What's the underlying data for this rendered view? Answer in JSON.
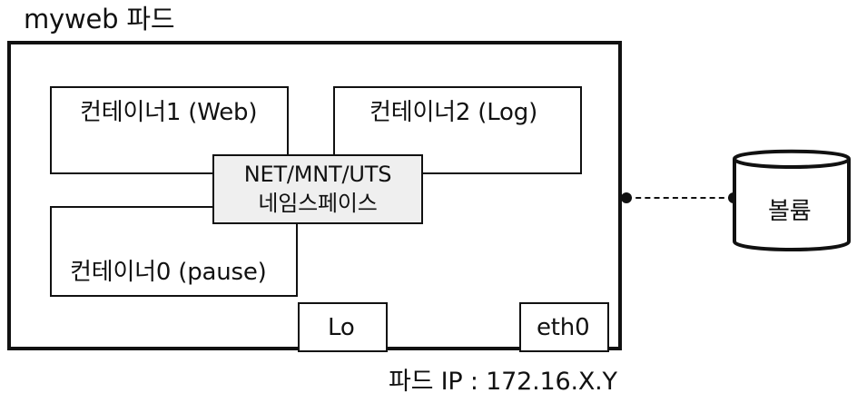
{
  "diagram": {
    "title": "myweb 파드",
    "containers": {
      "web": "컨테이너1 (Web)",
      "log": "컨테이너2 (Log)",
      "pause": "컨테이너0 (pause)"
    },
    "namespace": {
      "line1": "NET/MNT/UTS",
      "line2": "네임스페이스"
    },
    "interfaces": {
      "lo": "Lo",
      "eth0": "eth0"
    },
    "pod_ip": "파드 IP : 172.16.X.Y",
    "volume": "볼륨"
  }
}
